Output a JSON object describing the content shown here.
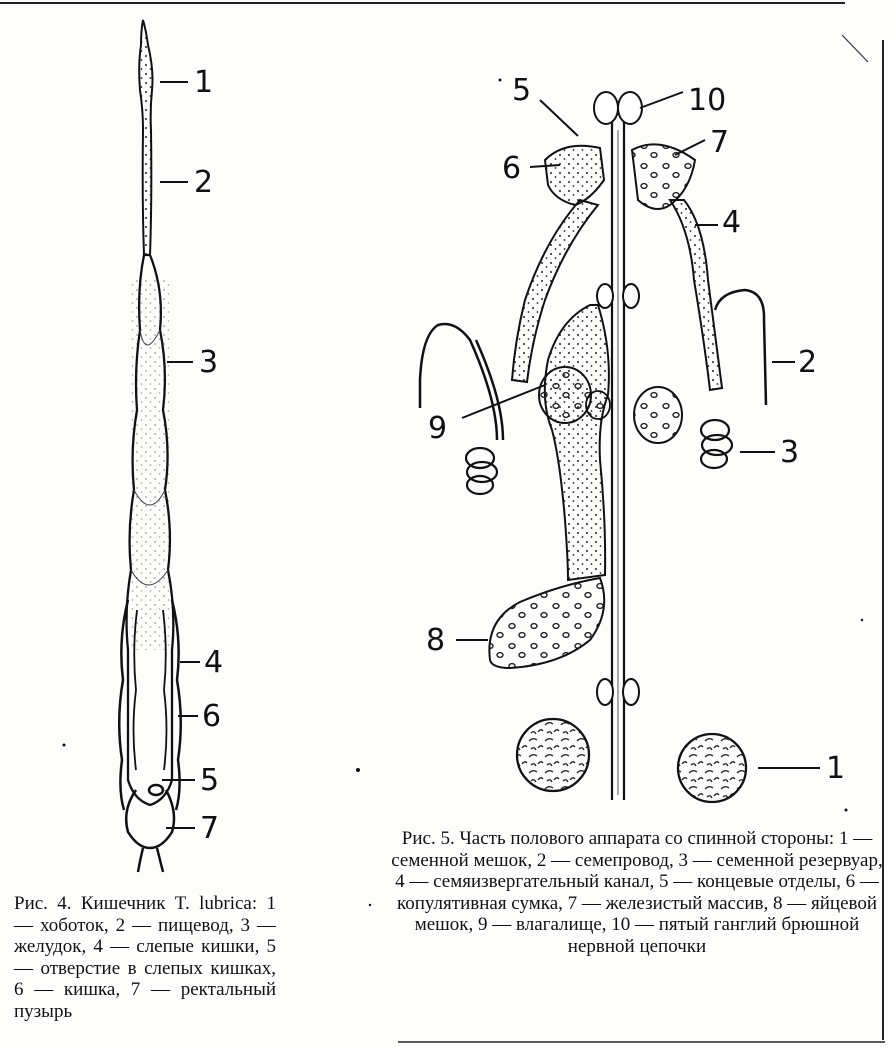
{
  "figure4": {
    "labels": [
      "1",
      "2",
      "3",
      "4",
      "6",
      "5",
      "7"
    ],
    "caption_title": "Рис. 4. Кишечник T. lubrica:",
    "caption_body": "1 — хоботок, 2 — пищевод, 3 — желудок, 4 — слепые кишки, 5 — отверстие в слепых кишках, 6 — кишка, 7 — ректальный пузырь"
  },
  "figure5": {
    "labels": [
      "10",
      "5",
      "7",
      "6",
      "4",
      "2",
      "9",
      "3",
      "8",
      "1"
    ],
    "caption_title": "Рис. 5. Часть полового аппарата со спинной стороны:",
    "caption_body": "1 — семенной мешок, 2 — семепровод, 3 — семенной резервуар, 4 — семяизвергательный канал, 5 — концевые отделы, 6 — копулятивная сумка, 7 — железистый массив, 8 — яйцевой мешок, 9 — влагалище, 10 — пятый ганглий брюшной нервной цепочки"
  }
}
